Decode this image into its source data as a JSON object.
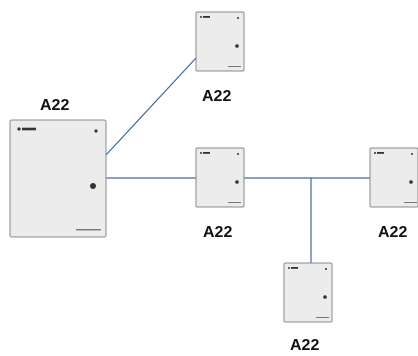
{
  "diagram": {
    "link_color": "#3b6aa0",
    "device_fill": "#ececec",
    "device_stroke": "#8a8a8a",
    "nodes": [
      {
        "id": "main",
        "label": "A22"
      },
      {
        "id": "top",
        "label": "A22"
      },
      {
        "id": "center",
        "label": "A22"
      },
      {
        "id": "right",
        "label": "A22"
      },
      {
        "id": "bottom",
        "label": "A22"
      }
    ]
  }
}
